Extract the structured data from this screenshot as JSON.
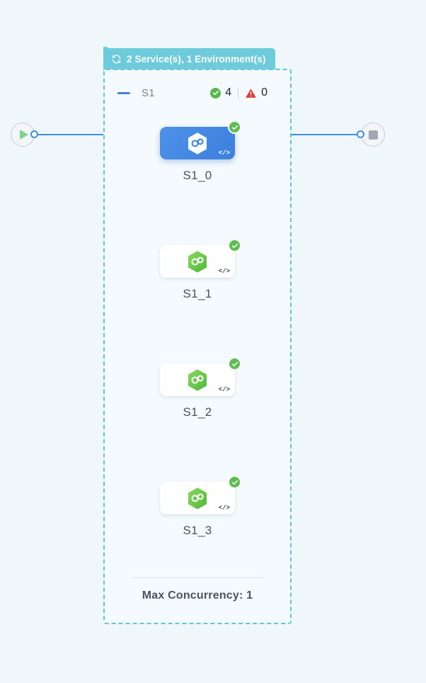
{
  "canvas": {
    "background_color": "#EFF7FB"
  },
  "group": {
    "header_badge": {
      "icon": "refresh-loop-icon",
      "label": "2 Service(s), 1 Environment(s)",
      "background_color": "#6DCBDC",
      "text_color": "#FFFFFF"
    },
    "border_color": "#5CC6DC",
    "border_style": "dashed"
  },
  "service": {
    "collapse_icon": "minus-icon",
    "name": "S1",
    "status": {
      "success": {
        "icon": "check-circle-icon",
        "count": "4",
        "color": "#57B847"
      },
      "warning": {
        "icon": "warning-triangle-icon",
        "count": "0",
        "color": "#E03A32"
      }
    }
  },
  "nodes": [
    {
      "label": "S1_0",
      "selected": true,
      "icon": "hexagon-link-icon",
      "badge_icon": "check-circle-icon",
      "code_icon": "code-brackets-icon",
      "card_color": "#4188E3",
      "icon_color": "#FFFFFF"
    },
    {
      "label": "S1_1",
      "selected": false,
      "icon": "hexagon-link-icon",
      "badge_icon": "check-circle-icon",
      "code_icon": "code-brackets-icon",
      "card_color": "#FFFFFF",
      "icon_color": "#6CC644"
    },
    {
      "label": "S1_2",
      "selected": false,
      "icon": "hexagon-link-icon",
      "badge_icon": "check-circle-icon",
      "code_icon": "code-brackets-icon",
      "card_color": "#FFFFFF",
      "icon_color": "#6CC644"
    },
    {
      "label": "S1_3",
      "selected": false,
      "icon": "hexagon-link-icon",
      "badge_icon": "check-circle-icon",
      "code_icon": "code-brackets-icon",
      "card_color": "#FFFFFF",
      "icon_color": "#6CC644"
    }
  ],
  "footer": {
    "concurrency_label": "Max Concurrency: 1"
  },
  "terminators": {
    "start": {
      "icon": "play-icon",
      "color": "#7ED492"
    },
    "end": {
      "icon": "stop-icon",
      "color": "#A6A5B4"
    }
  },
  "edges": {
    "color": "#3D8FE0"
  }
}
